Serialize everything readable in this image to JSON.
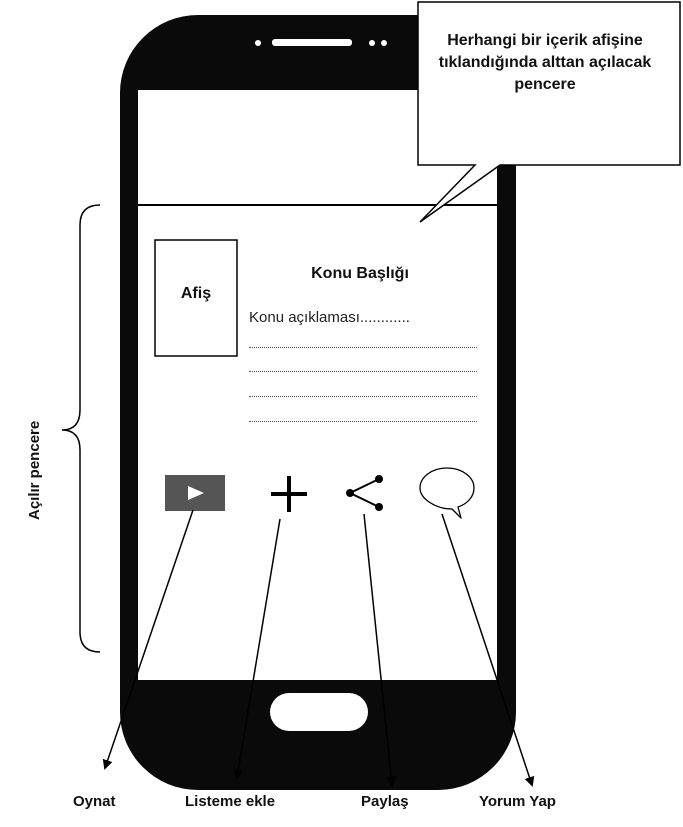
{
  "callout": {
    "text": "Herhangi bir içerik afişine tıklandığında alttan açılacak pencere"
  },
  "popup": {
    "poster_label": "Afiş",
    "title": "Konu Başlığı",
    "description": "Konu açıklaması............"
  },
  "side_label": "Açılır pencere",
  "actions": [
    {
      "icon": "play-icon",
      "label": "Oynat"
    },
    {
      "icon": "plus-icon",
      "label": "Listeme ekle"
    },
    {
      "icon": "share-icon",
      "label": "Paylaş"
    },
    {
      "icon": "speech-bubble-icon",
      "label": "Yorum Yap"
    }
  ],
  "colors": {
    "phone_body": "#0a0a0a",
    "screen": "#ffffff",
    "play_button": "#555555"
  }
}
